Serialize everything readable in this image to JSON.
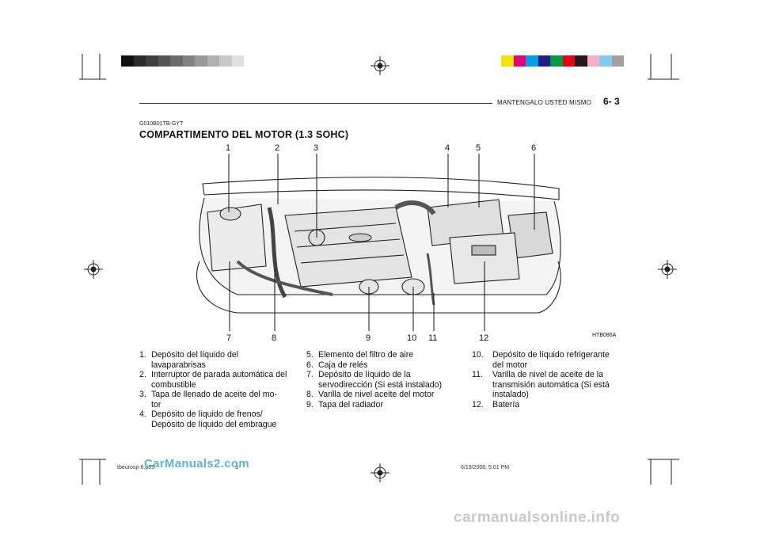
{
  "header": {
    "section_title": "MANTENGALO USTED MISMO",
    "page_number": "6- 3"
  },
  "section": {
    "code": "G010B01TB-GYT",
    "title": "COMPARTIMENTO DEL MOTOR (1.3 SOHC)"
  },
  "figure": {
    "code": "HTB086A",
    "top_callouts": [
      "1",
      "2",
      "3",
      "4",
      "5",
      "6"
    ],
    "bottom_callouts": [
      "7",
      "8",
      "9",
      "10",
      "11",
      "12"
    ]
  },
  "legend": {
    "col1": [
      {
        "n": "1.",
        "text": "Depósito del líquido del lavaparabrisas"
      },
      {
        "n": "2.",
        "text": "Interruptor de parada automática del combustible"
      },
      {
        "n": "3.",
        "text": "Tapa de llenado de aceite del mo- tor"
      },
      {
        "n": "4.",
        "text": "Depósito de líquido de frenos/ Depósito de líquido del embrague"
      }
    ],
    "col2": [
      {
        "n": "5.",
        "text": "Elemento del filtro de aire"
      },
      {
        "n": "6.",
        "text": "Caja de relés"
      },
      {
        "n": "7.",
        "text": "Depósito de líquido de la servodirección (Si está instalado)"
      },
      {
        "n": "8.",
        "text": "Varilla de nivel aceite del motor"
      },
      {
        "n": "9.",
        "text": "Tapa del radiador"
      }
    ],
    "col3": [
      {
        "n": "10.",
        "text": "Depósito de líquido refrigerante del motor"
      },
      {
        "n": "11.",
        "text": "Varilla de nivel de aceite de la transmisión automática (Si está instalado)"
      },
      {
        "n": "12.",
        "text": "Batería"
      }
    ]
  },
  "footer": {
    "file": "tbeurosp-6.p65",
    "page": "3",
    "timestamp": "6/19/2008, 5:01 PM"
  },
  "watermarks": {
    "top": "CarManuals2.com",
    "bottom": "carmanualsonline.info"
  },
  "colors": {
    "gray_bar": [
      "#111111",
      "#2b2b2b",
      "#3f3f3f",
      "#555555",
      "#6b6b6b",
      "#828282",
      "#999999",
      "#b0b0b0",
      "#c8c8c8",
      "#e0e0e0"
    ],
    "color_bar": [
      "#f5e400",
      "#e6007e",
      "#00a0e9",
      "#1d2088",
      "#009944",
      "#e60012",
      "#231815",
      "#f6aec9",
      "#7fcdee",
      "#a0a0a0"
    ]
  }
}
